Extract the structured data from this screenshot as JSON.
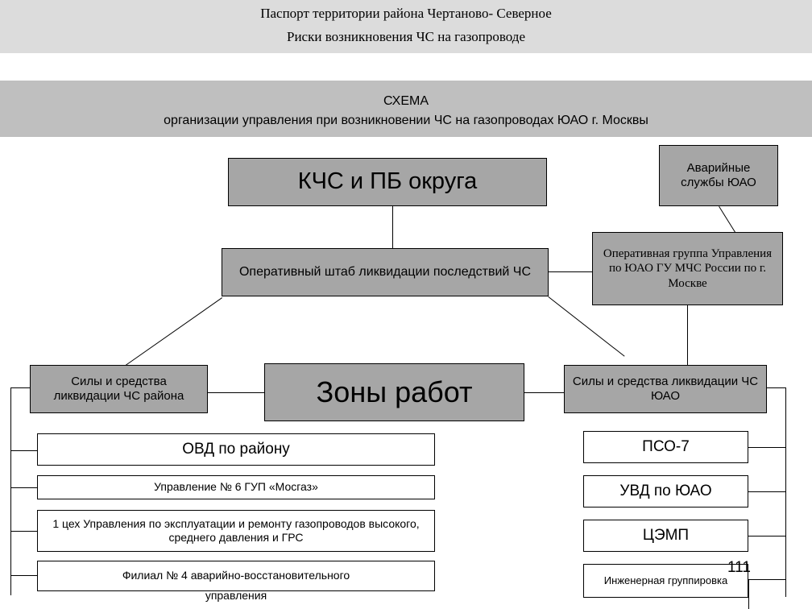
{
  "header": {
    "title_line1": "Паспорт территории района Чертаново- Северное",
    "title_line2": "Риски возникновения ЧС на газопроводе"
  },
  "schema_band": {
    "line1": "СХЕМА",
    "line2": "организации управления  при возникновении ЧС на газопроводах ЮАО г. Москвы"
  },
  "diagram": {
    "kchs": "КЧС  и  ПБ  округа",
    "emergency_services": "Аварийные службы ЮАО",
    "operational_hq": "Оперативный штаб ликвидации последствий ЧС",
    "operational_group": "Оперативная группа Управления по ЮАО ГУ МЧС России по г. Москве",
    "forces_district": "Силы и средства ликвидации ЧС района",
    "work_zones": "Зоны работ",
    "forces_uao": "Силы и средства ликвидации ЧС ЮАО",
    "left_list": [
      "ОВД по району",
      "Управление № 6 ГУП «Мосгаз»",
      "1 цех Управления по эксплуатации и ремонту газопроводов высокого, среднего давления и ГРС",
      "Филиал № 4 аварийно-восстановительного"
    ],
    "left_list_overflow": "управления",
    "right_list": [
      "ПСО-7",
      "УВД по ЮАО",
      "ЦЭМП",
      "Инженерная группировка"
    ]
  },
  "page_number": "111",
  "colors": {
    "band_top": "#dcdcdc",
    "band_schema": "#bfbfbf",
    "box_gray": "#a6a6a6",
    "box_white": "#ffffff",
    "line": "#000000",
    "text": "#000000"
  }
}
